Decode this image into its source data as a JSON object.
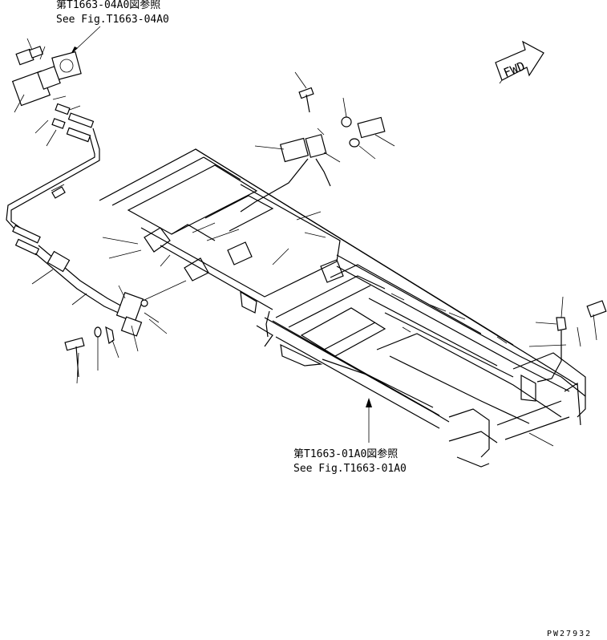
{
  "references": {
    "top": {
      "line1": "第T1663-04A0図参照",
      "line2": "See Fig.T1663-04A0"
    },
    "bottom": {
      "line1": "第T1663-01A0図参照",
      "line2": "See Fig.T1663-01A0"
    }
  },
  "direction_label": "FWD",
  "drawing_number": "PW27932",
  "colors": {
    "ink": "#000000",
    "paper": "#ffffff"
  }
}
